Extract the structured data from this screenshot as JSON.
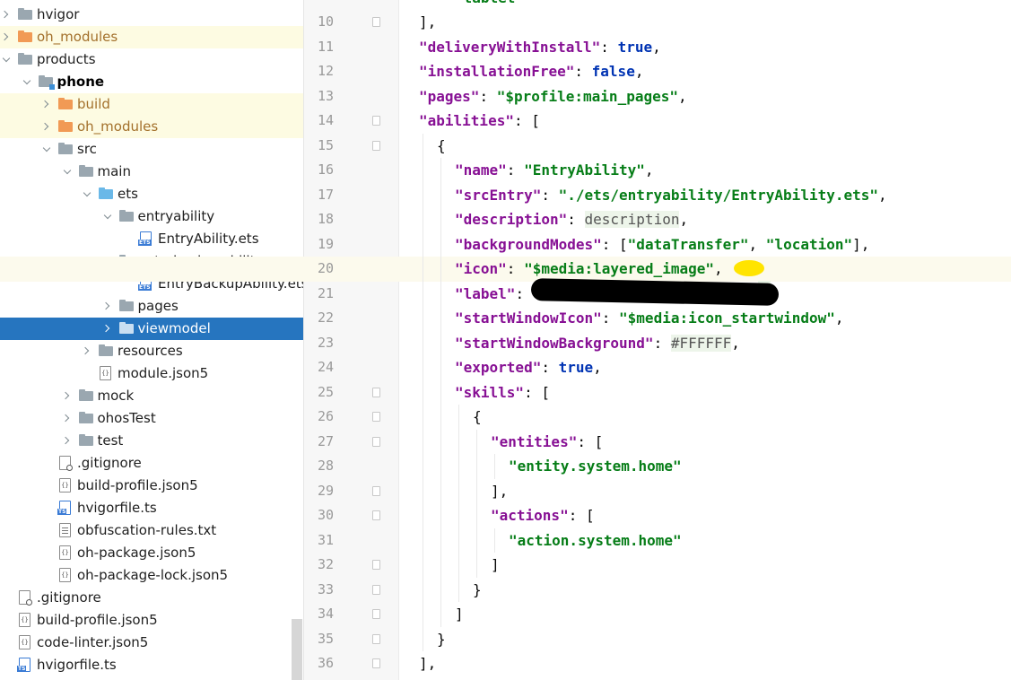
{
  "tree": {
    "items": [
      {
        "label": "hvigor",
        "icon": "folder-icon",
        "type": "folder",
        "arrow": "right",
        "depth": 0,
        "color": "grey"
      },
      {
        "label": "oh_modules",
        "icon": "folder-icon",
        "type": "folder",
        "arrow": "right",
        "depth": 0,
        "color": "orange",
        "excluded": true
      },
      {
        "label": "products",
        "icon": "folder-icon",
        "type": "folder",
        "arrow": "down",
        "depth": 0,
        "color": "grey"
      },
      {
        "label": "phone",
        "icon": "module-folder-icon",
        "type": "module",
        "arrow": "down",
        "depth": 1,
        "color": "grey",
        "bold": true
      },
      {
        "label": "build",
        "icon": "folder-icon",
        "type": "folder",
        "arrow": "right",
        "depth": 2,
        "color": "orange",
        "excluded": true
      },
      {
        "label": "oh_modules",
        "icon": "folder-icon",
        "type": "folder",
        "arrow": "right",
        "depth": 2,
        "color": "orange",
        "excluded": true
      },
      {
        "label": "src",
        "icon": "folder-icon",
        "type": "folder",
        "arrow": "down",
        "depth": 2,
        "color": "grey"
      },
      {
        "label": "main",
        "icon": "folder-icon",
        "type": "folder",
        "arrow": "down",
        "depth": 3,
        "color": "grey"
      },
      {
        "label": "ets",
        "icon": "folder-icon",
        "type": "folder",
        "arrow": "down",
        "depth": 4,
        "color": "blue"
      },
      {
        "label": "entryability",
        "icon": "folder-icon",
        "type": "folder",
        "arrow": "down",
        "depth": 5,
        "color": "grey"
      },
      {
        "label": "EntryAbility.ets",
        "icon": "ets-file-icon",
        "type": "ets",
        "depth": 6
      },
      {
        "label": "entrybackupability",
        "icon": "folder-icon",
        "type": "folder",
        "arrow": "down",
        "depth": 5,
        "color": "grey"
      },
      {
        "label": "EntryBackupAbility.ets",
        "icon": "ets-file-icon",
        "type": "ets",
        "depth": 6
      },
      {
        "label": "pages",
        "icon": "folder-icon",
        "type": "folder",
        "arrow": "right",
        "depth": 5,
        "color": "grey"
      },
      {
        "label": "viewmodel",
        "icon": "folder-icon",
        "type": "folder",
        "arrow": "right",
        "depth": 5,
        "color": "grey",
        "selected": true
      },
      {
        "label": "resources",
        "icon": "folder-icon",
        "type": "folder",
        "arrow": "right",
        "depth": 4,
        "color": "grey"
      },
      {
        "label": "module.json5",
        "icon": "json-file-icon",
        "type": "json",
        "depth": 4
      },
      {
        "label": "mock",
        "icon": "folder-icon",
        "type": "folder",
        "arrow": "right",
        "depth": 3,
        "color": "grey"
      },
      {
        "label": "ohosTest",
        "icon": "folder-icon",
        "type": "folder",
        "arrow": "right",
        "depth": 3,
        "color": "grey"
      },
      {
        "label": "test",
        "icon": "folder-icon",
        "type": "folder",
        "arrow": "right",
        "depth": 3,
        "color": "grey"
      },
      {
        "label": ".gitignore",
        "icon": "gitignore-file-icon",
        "type": "ignore",
        "depth": 2
      },
      {
        "label": "build-profile.json5",
        "icon": "json-file-icon",
        "type": "json",
        "depth": 2
      },
      {
        "label": "hvigorfile.ts",
        "icon": "ts-file-icon",
        "type": "ts",
        "depth": 2
      },
      {
        "label": "obfuscation-rules.txt",
        "icon": "text-file-icon",
        "type": "txt",
        "depth": 2
      },
      {
        "label": "oh-package.json5",
        "icon": "json-file-icon",
        "type": "json",
        "depth": 2
      },
      {
        "label": "oh-package-lock.json5",
        "icon": "json-file-icon",
        "type": "json",
        "depth": 2
      },
      {
        "label": ".gitignore",
        "icon": "gitignore-file-icon",
        "type": "ignore",
        "depth": 0
      },
      {
        "label": "build-profile.json5",
        "icon": "json-file-icon",
        "type": "json",
        "depth": 0
      },
      {
        "label": "code-linter.json5",
        "icon": "json-file-icon",
        "type": "json",
        "depth": 0
      },
      {
        "label": "hvigorfile.ts",
        "icon": "ts-file-icon",
        "type": "ts",
        "depth": 0
      }
    ]
  },
  "editor": {
    "lines": [
      {
        "n": "10",
        "indent": 1,
        "fold": true,
        "tokens": [
          [
            "p",
            "],"
          ]
        ]
      },
      {
        "n": "11",
        "indent": 1,
        "tokens": [
          [
            "k",
            "\"deliveryWithInstall\""
          ],
          [
            "p",
            ": "
          ],
          [
            "kw",
            "true"
          ],
          [
            "p",
            ","
          ]
        ]
      },
      {
        "n": "12",
        "indent": 1,
        "tokens": [
          [
            "k",
            "\"installationFree\""
          ],
          [
            "p",
            ": "
          ],
          [
            "kw",
            "false"
          ],
          [
            "p",
            ","
          ]
        ]
      },
      {
        "n": "13",
        "indent": 1,
        "tokens": [
          [
            "k",
            "\"pages\""
          ],
          [
            "p",
            ": "
          ],
          [
            "s",
            "\"$profile:main_pages\""
          ],
          [
            "p",
            ","
          ]
        ]
      },
      {
        "n": "14",
        "indent": 1,
        "fold": true,
        "tokens": [
          [
            "k",
            "\"abilities\""
          ],
          [
            "p",
            ": ["
          ]
        ]
      },
      {
        "n": "15",
        "indent": 2,
        "fold": true,
        "tokens": [
          [
            "p",
            "{"
          ]
        ]
      },
      {
        "n": "16",
        "indent": 3,
        "tokens": [
          [
            "k",
            "\"name\""
          ],
          [
            "p",
            ": "
          ],
          [
            "s",
            "\"EntryAbility\""
          ],
          [
            "p",
            ","
          ]
        ]
      },
      {
        "n": "17",
        "indent": 3,
        "tokens": [
          [
            "k",
            "\"srcEntry\""
          ],
          [
            "p",
            ": "
          ],
          [
            "s",
            "\"./ets/entryability/EntryAbility.ets\""
          ],
          [
            "p",
            ","
          ]
        ]
      },
      {
        "n": "18",
        "indent": 3,
        "tokens": [
          [
            "k",
            "\"description\""
          ],
          [
            "p",
            ": "
          ],
          [
            "ref",
            "description"
          ],
          [
            "p",
            ","
          ]
        ]
      },
      {
        "n": "19",
        "indent": 3,
        "tokens": [
          [
            "k",
            "\"backgroundModes\""
          ],
          [
            "p",
            ": ["
          ],
          [
            "s",
            "\"dataTransfer\""
          ],
          [
            "p",
            ", "
          ],
          [
            "s",
            "\"location\""
          ],
          [
            "p",
            "],"
          ]
        ]
      },
      {
        "n": "20",
        "indent": 3,
        "current": true,
        "tokens": [
          [
            "k",
            "\"icon\""
          ],
          [
            "p",
            ": "
          ],
          [
            "s",
            "\"$media:layered_image\""
          ],
          [
            "p",
            ","
          ]
        ]
      },
      {
        "n": "21",
        "indent": 3,
        "tokens": [
          [
            "k",
            "\"label\""
          ],
          [
            "p",
            ":"
          ]
        ]
      },
      {
        "n": "22",
        "indent": 3,
        "tokens": [
          [
            "k",
            "\"startWindowIcon\""
          ],
          [
            "p",
            ": "
          ],
          [
            "s",
            "\"$media:icon_startwindow\""
          ],
          [
            "p",
            ","
          ]
        ]
      },
      {
        "n": "23",
        "indent": 3,
        "tokens": [
          [
            "k",
            "\"startWindowBackground\""
          ],
          [
            "p",
            ": "
          ],
          [
            "col",
            "#FFFFFF"
          ],
          [
            "p",
            ","
          ]
        ]
      },
      {
        "n": "24",
        "indent": 3,
        "tokens": [
          [
            "k",
            "\"exported\""
          ],
          [
            "p",
            ": "
          ],
          [
            "kw",
            "true"
          ],
          [
            "p",
            ","
          ]
        ]
      },
      {
        "n": "25",
        "indent": 3,
        "fold": true,
        "tokens": [
          [
            "k",
            "\"skills\""
          ],
          [
            "p",
            ": ["
          ]
        ]
      },
      {
        "n": "26",
        "indent": 4,
        "fold": true,
        "tokens": [
          [
            "p",
            "{"
          ]
        ]
      },
      {
        "n": "27",
        "indent": 5,
        "fold": true,
        "tokens": [
          [
            "k",
            "\"entities\""
          ],
          [
            "p",
            ": ["
          ]
        ]
      },
      {
        "n": "28",
        "indent": 6,
        "tokens": [
          [
            "s",
            "\"entity.system.home\""
          ]
        ]
      },
      {
        "n": "29",
        "indent": 5,
        "fold": true,
        "tokens": [
          [
            "p",
            "],"
          ]
        ]
      },
      {
        "n": "30",
        "indent": 5,
        "fold": true,
        "tokens": [
          [
            "k",
            "\"actions\""
          ],
          [
            "p",
            ": ["
          ]
        ]
      },
      {
        "n": "31",
        "indent": 6,
        "tokens": [
          [
            "s",
            "\"action.system.home\""
          ]
        ]
      },
      {
        "n": "32",
        "indent": 5,
        "fold": true,
        "tokens": [
          [
            "p",
            "]"
          ]
        ]
      },
      {
        "n": "33",
        "indent": 4,
        "fold": true,
        "tokens": [
          [
            "p",
            "}"
          ]
        ]
      },
      {
        "n": "34",
        "indent": 3,
        "fold": true,
        "tokens": [
          [
            "p",
            "]"
          ]
        ]
      },
      {
        "n": "35",
        "indent": 2,
        "fold": true,
        "tokens": [
          [
            "p",
            "}"
          ]
        ]
      },
      {
        "n": "36",
        "indent": 1,
        "fold": true,
        "tokens": [
          [
            "p",
            "],"
          ]
        ]
      }
    ],
    "partial_top_line": "\"tablet\""
  }
}
